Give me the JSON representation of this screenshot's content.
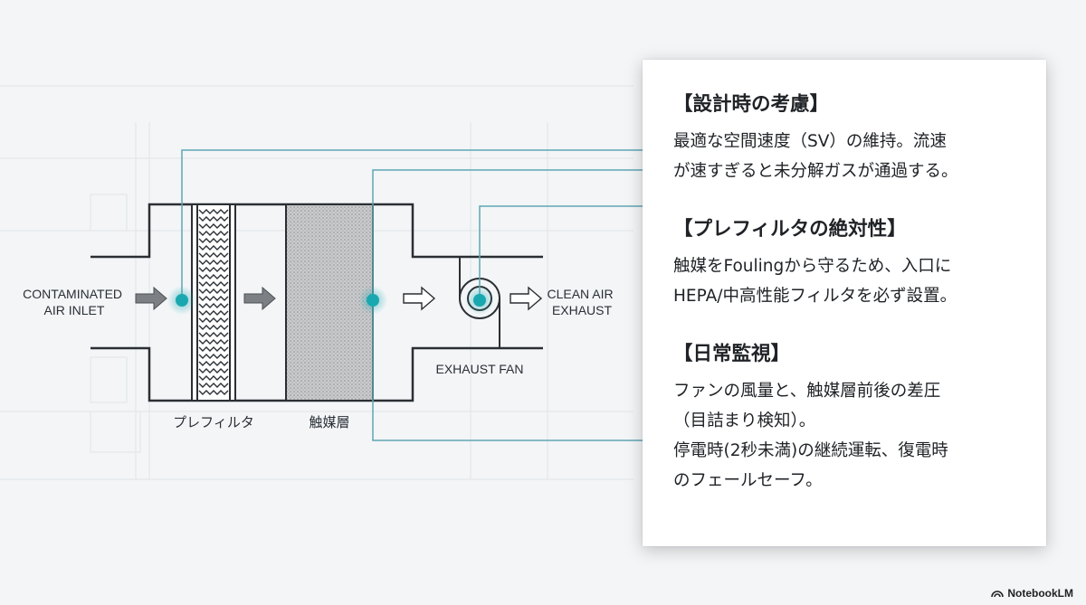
{
  "diagram": {
    "inlet_label": [
      "CONTAMINATED",
      "AIR INLET"
    ],
    "outlet_label": [
      "CLEAN AIR",
      "EXHAUST"
    ],
    "fan_label": "EXHAUST FAN",
    "prefilter_label": "プレフィルタ",
    "catalyst_label": "触媒層",
    "colors": {
      "line": "#2b2f33",
      "accent": "#1aa8b0",
      "leader": "#5fa6b3"
    }
  },
  "panel": {
    "sections": [
      {
        "title": "【設計時の考慮】",
        "lines": [
          "最適な空間速度（SV）の維持。流速",
          "が速すぎると未分解ガスが通過する。"
        ]
      },
      {
        "title": "【プレフィルタの絶対性】",
        "lines": [
          "触媒をFoulingから守るため、入口に",
          "HEPA/中高性能フィルタを必ず設置。"
        ]
      },
      {
        "title": "【日常監視】",
        "lines": [
          "ファンの風量と、触媒層前後の差圧",
          "（目詰まり検知）。",
          "停電時(2秒未満)の継続運転、復電時",
          "のフェールセーフ。"
        ]
      }
    ]
  },
  "brand": {
    "name": "NotebookLM"
  }
}
